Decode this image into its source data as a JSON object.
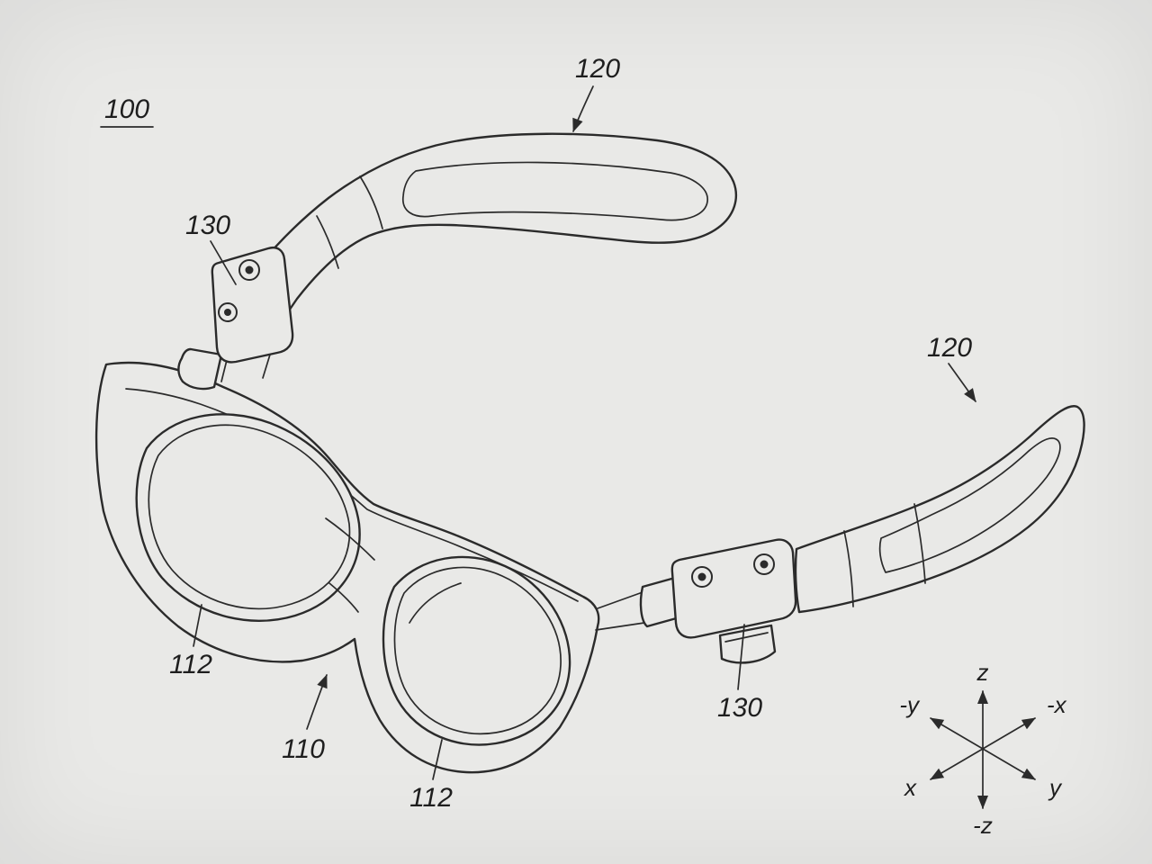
{
  "page": {
    "background_color": "#e9e9e7",
    "ink_color": "#2b2b2b"
  },
  "figure": {
    "reference_labels": {
      "assembly": "100",
      "temple_left": "120",
      "temple_right": "120",
      "hinge_left": "130",
      "hinge_right": "130",
      "frame": "110",
      "lens_left": "112",
      "lens_right": "112"
    },
    "axis_indicator": {
      "pos_z": "z",
      "neg_z": "-z",
      "pos_x": "x",
      "neg_x": "-x",
      "pos_y": "y",
      "neg_y": "-y"
    }
  }
}
